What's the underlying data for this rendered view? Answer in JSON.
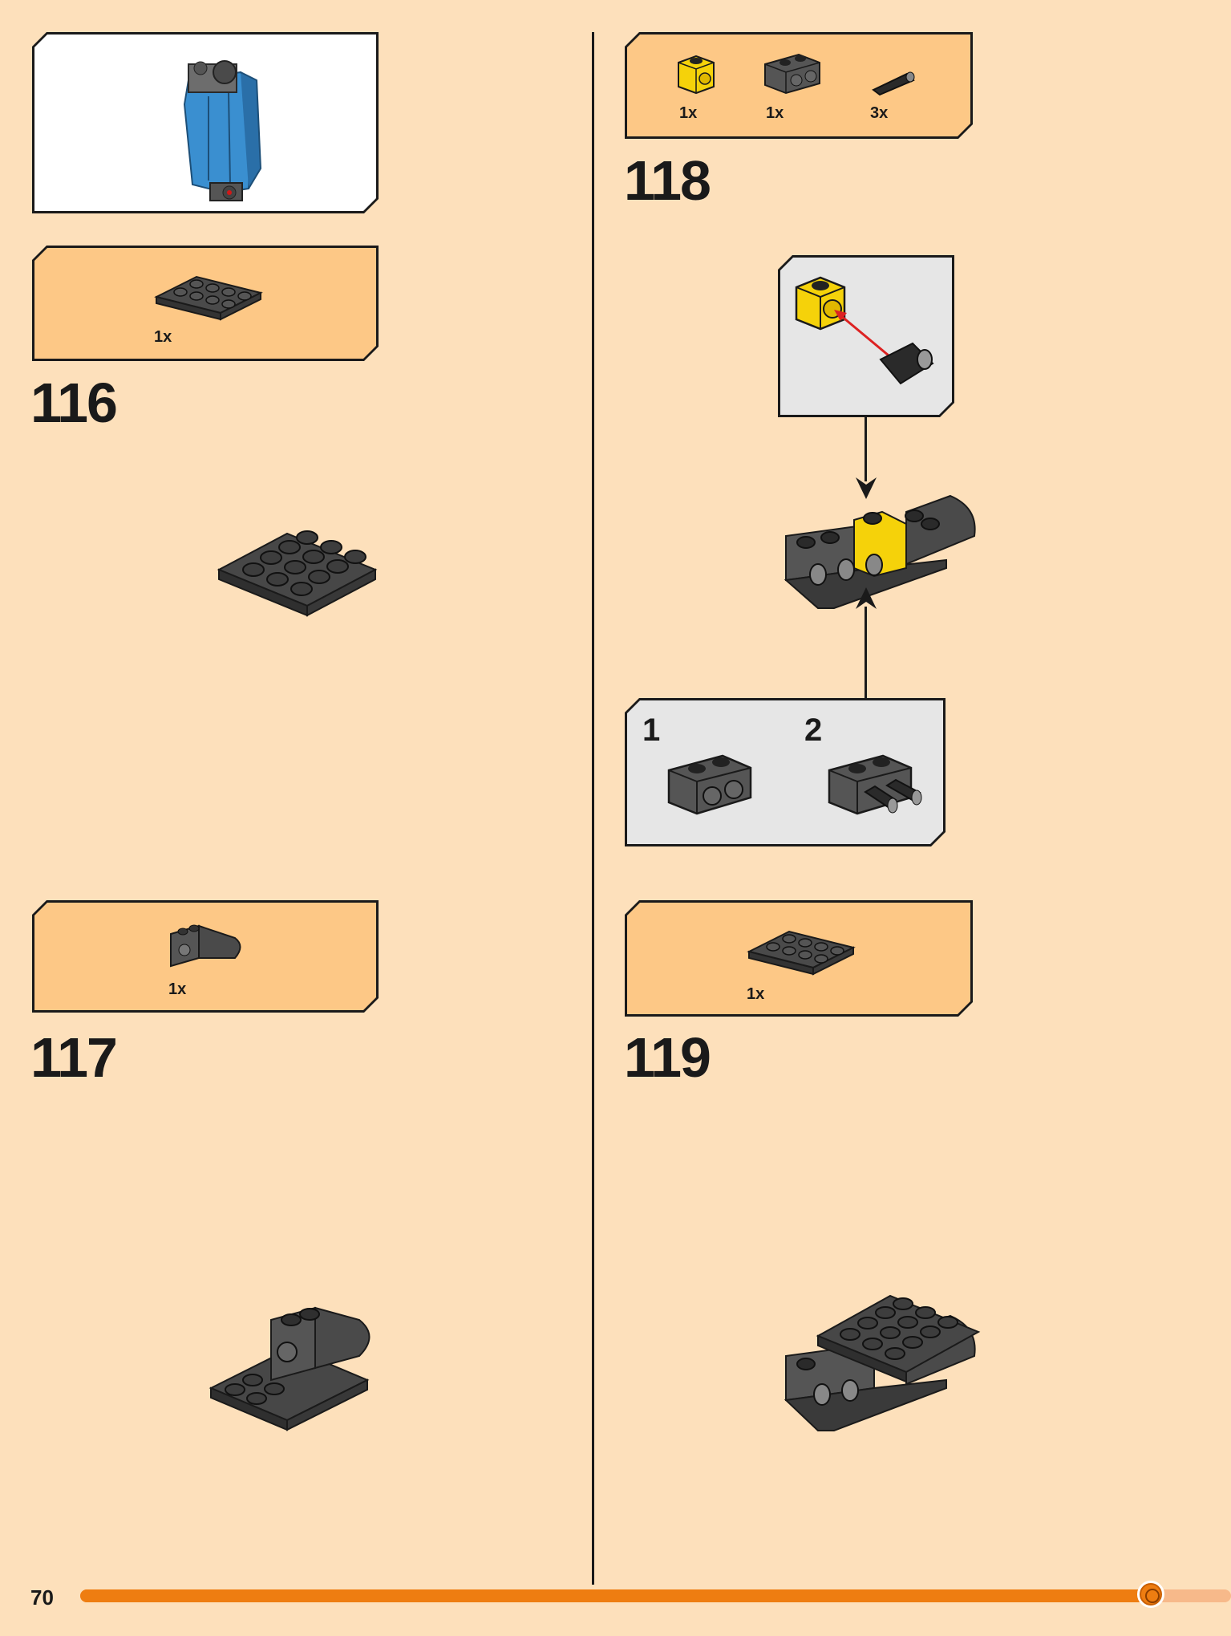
{
  "page": {
    "number": "70",
    "progress_fraction": 0.93
  },
  "steps": [
    {
      "number": "116",
      "parts": [
        {
          "qty": "1x",
          "name": "plate 2x4 dark grey"
        }
      ]
    },
    {
      "number": "117",
      "parts": [
        {
          "qty": "1x",
          "name": "technic bracket dark grey"
        }
      ]
    },
    {
      "number": "118",
      "parts": [
        {
          "qty": "1x",
          "name": "technic brick 1x1 yellow"
        },
        {
          "qty": "1x",
          "name": "technic brick 1x2 dark grey"
        },
        {
          "qty": "3x",
          "name": "technic pin black"
        }
      ],
      "substeps": [
        "1",
        "2"
      ]
    },
    {
      "number": "119",
      "parts": [
        {
          "qty": "1x",
          "name": "plate 2x4 dark grey"
        }
      ]
    }
  ],
  "colors": {
    "background": "#fde0bb",
    "callout": "#fdc886",
    "accent": "#ee7d11"
  }
}
